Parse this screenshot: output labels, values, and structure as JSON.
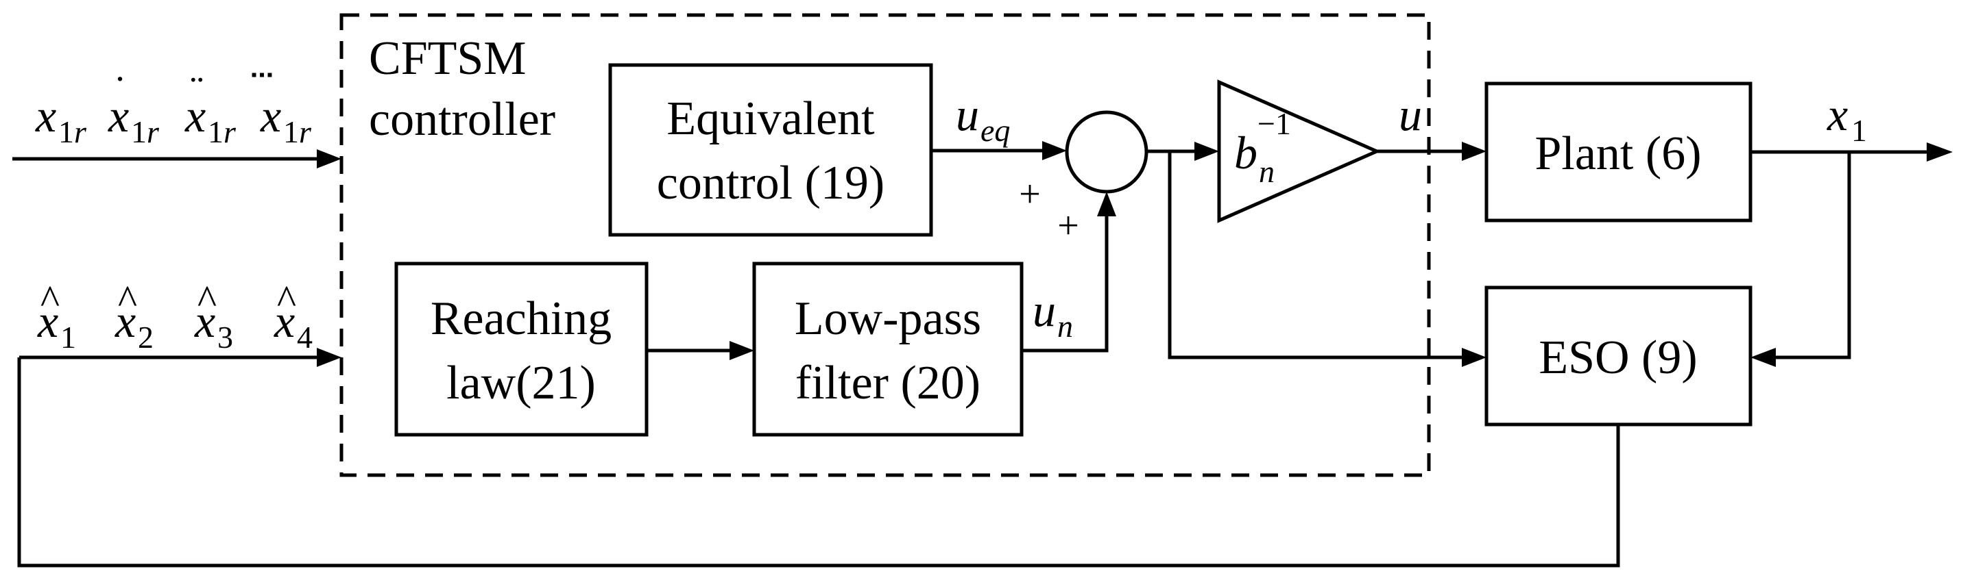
{
  "controller_title": [
    "CFTSM",
    "controller"
  ],
  "blocks": {
    "equivalent_control": [
      "Equivalent",
      "control (19)"
    ],
    "reaching_law": [
      "Reaching",
      "law(21)"
    ],
    "low_pass_filter": [
      "Low-pass",
      "filter (20)"
    ],
    "plant": "Plant (6)",
    "eso": "ESO (9)"
  },
  "gain": {
    "base": "b",
    "sub": "n",
    "sup": "−1"
  },
  "signals": {
    "u_eq": {
      "base": "u",
      "sub": "eq"
    },
    "u_n": {
      "base": "u",
      "sub": "n"
    },
    "u": "u",
    "x1_out": {
      "base": "x",
      "sub": "1"
    }
  },
  "reference_inputs": [
    {
      "base": "x",
      "sub": "1",
      "subvar": "r",
      "accent": ""
    },
    {
      "base": "x",
      "sub": "1",
      "subvar": "r",
      "accent": "˙"
    },
    {
      "base": "x",
      "sub": "1",
      "subvar": "r",
      "accent": "¨"
    },
    {
      "base": "x",
      "sub": "1",
      "subvar": "r",
      "accent": "⃛"
    }
  ],
  "estimated_states": [
    {
      "base": "x",
      "sub": "1",
      "accent": "^"
    },
    {
      "base": "x",
      "sub": "2",
      "accent": "^"
    },
    {
      "base": "x",
      "sub": "3",
      "accent": "^"
    },
    {
      "base": "x",
      "sub": "4",
      "accent": "^"
    }
  ],
  "summing_signs": [
    "+",
    "+"
  ]
}
